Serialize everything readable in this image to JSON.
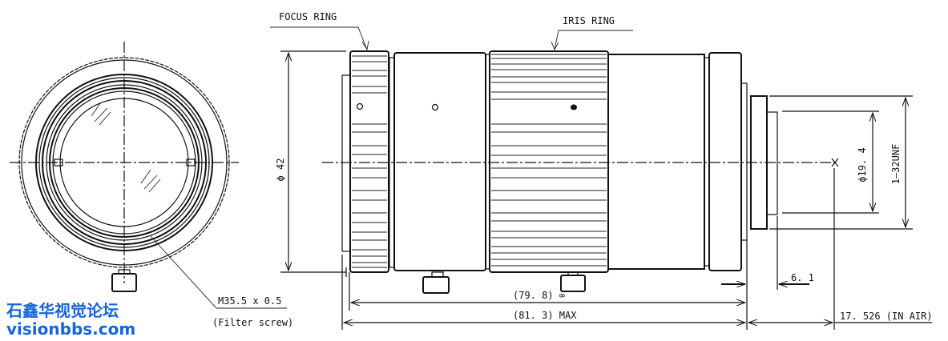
{
  "drawing": {
    "front_view": {
      "filter_thread_label": "M35.5 x 0.5",
      "filter_thread_note": "(Filter screw)"
    },
    "side_view": {
      "focus_ring_label": "FOCUS RING",
      "iris_ring_label": "IRIS RING",
      "outer_diameter": "ϕ 42",
      "mount_diameter": "ϕ19. 4",
      "mount_thread": "1–32UNF",
      "flange_depth": "6. 1",
      "length_infinity": "(79. 8)  ∞",
      "length_max": "(81. 3)  MAX",
      "back_focus": "17. 526  (IN AIR)"
    }
  },
  "watermark": {
    "line1": "石鑫华视觉论坛",
    "line2": "visionbbs.com",
    "color": "#1565d8"
  }
}
